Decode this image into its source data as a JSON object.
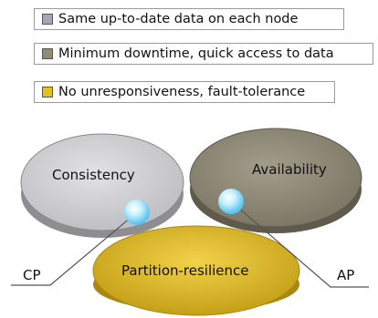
{
  "legend": [
    {
      "label": "Same up-to-date data on each node",
      "color": "#a6a6b8"
    },
    {
      "label": "Minimum downtime, quick access to data",
      "color": "#918c78"
    },
    {
      "label": "No unresponsiveness, fault-tolerance",
      "color": "#e6c020"
    }
  ],
  "diagram": {
    "consistency": "Consistency",
    "availability": "Availability",
    "partition": "Partition-resilience",
    "cp": "CP",
    "ap": "AP"
  },
  "colors": {
    "consistency": "#cfcfcf",
    "availability": "#8b8473",
    "partition": "#c9a41a"
  }
}
